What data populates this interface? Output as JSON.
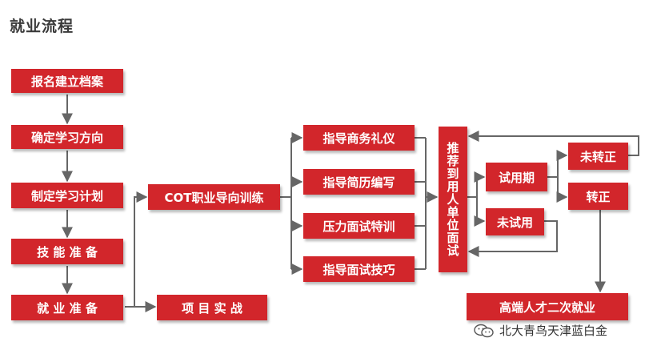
{
  "title": "就业流程",
  "colors": {
    "box": "#d2262b",
    "line": "#666666"
  },
  "nodes": {
    "signup": "报名建立档案",
    "direction": "确定学习方向",
    "plan": "制定学习计划",
    "skills": "技 能 准 备",
    "employment": "就 业 准 备",
    "project": "项 目 实 战",
    "cot": "COT职业导向训练",
    "business": "指导商务礼仪",
    "resume": "指导简历编写",
    "pressure": "压力面试特训",
    "interview_tips": "指导面试技巧",
    "recommend": "推荐到用人单位面试",
    "probation": "试用期",
    "no_probation": "未试用",
    "not_regular": "未转正",
    "regular": "转正",
    "secondary": "高端人才二次就业"
  },
  "watermark": {
    "text": "北大青鸟天津蓝白金",
    "icon": "wechat-icon"
  }
}
